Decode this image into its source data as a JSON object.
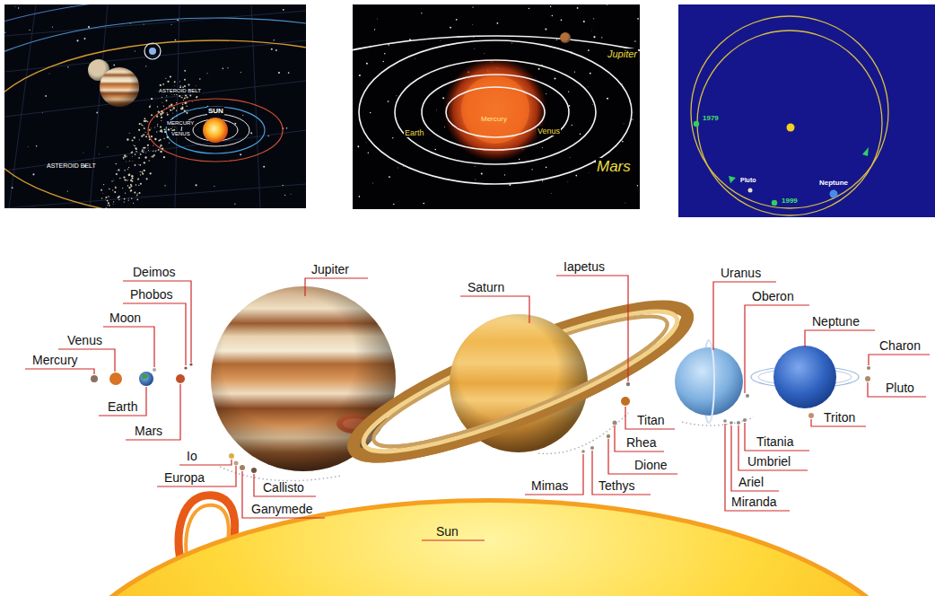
{
  "diagram": {
    "labels": [
      "ASTEROID BELT",
      "SUN",
      "MERCURY",
      "VENUS",
      "ASTEROID BELT",
      "Jupiter",
      "Mercury",
      "Earth",
      "Venus",
      "Mars",
      "1979",
      "Pluto",
      "Neptune",
      "1999",
      "Deimos",
      "Phobos",
      "Moon",
      "Venus",
      "Mercury",
      "Earth",
      "Mars",
      "Jupiter",
      "Io",
      "Europa",
      "Callisto",
      "Ganymede",
      "Saturn",
      "Iapetus",
      "Titan",
      "Rhea",
      "Dione",
      "Tethys",
      "Mimas",
      "Uranus",
      "Oberon",
      "Titania",
      "Umbriel",
      "Ariel",
      "Miranda",
      "Neptune",
      "Triton",
      "Charon",
      "Pluto",
      "Sun"
    ]
  }
}
